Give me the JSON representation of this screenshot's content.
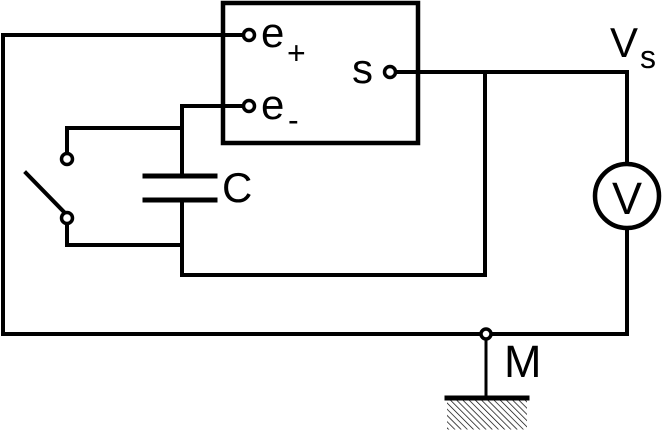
{
  "diagram": {
    "type": "circuit-schematic",
    "colors": {
      "line": "#000000",
      "background": "#ffffff"
    },
    "labels": {
      "e_plus": {
        "base": "e",
        "sub": "+"
      },
      "e_minus": {
        "base": "e",
        "sub": "-"
      },
      "s_terminal": "s",
      "supply": {
        "base": "V",
        "sub": "s"
      },
      "capacitor": "C",
      "voltmeter": "V",
      "ground_node": "M"
    },
    "components": {
      "amplifier_box": "electrometer block with terminals e+, e- and output s",
      "switch": "open switch across capacitor branch",
      "capacitor": "capacitor C",
      "voltmeter": "voltmeter V measuring Vs",
      "ground": "earth ground at node M"
    }
  }
}
